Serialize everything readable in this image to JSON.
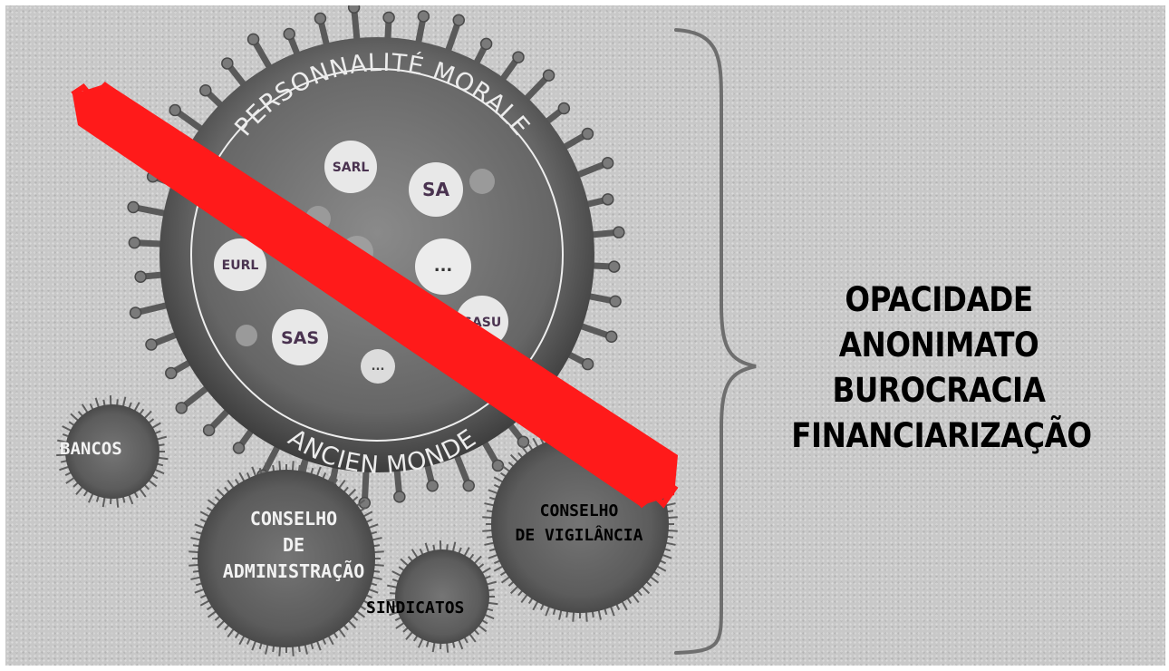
{
  "main_virus": {
    "ring_top": "PERSONNALITÉ MORALE",
    "ring_bottom": "ANCIEN MONDE",
    "company_types": [
      "SARL",
      "SA",
      "EURL",
      "...",
      "SASU",
      "SAS",
      "..."
    ]
  },
  "small_viruses": {
    "bancos": "BANCOS",
    "conselho_admin": [
      "CONSELHO",
      "DE",
      "ADMINISTRAÇÃO"
    ],
    "sindicatos": "SINDICATOS",
    "conselho_vigilancia": [
      "CONSELHO",
      "DE VIGILÂNCIA"
    ]
  },
  "keywords": [
    "OPACIDADE",
    "ANONIMATO",
    "BUROCRACIA",
    "FINANCIARIZAÇÃO"
  ],
  "colors": {
    "background": "#c8c8c8",
    "strike": "#ff1a1a",
    "brace": "#6e6e6e",
    "virus_body": "#6a6a6a"
  }
}
